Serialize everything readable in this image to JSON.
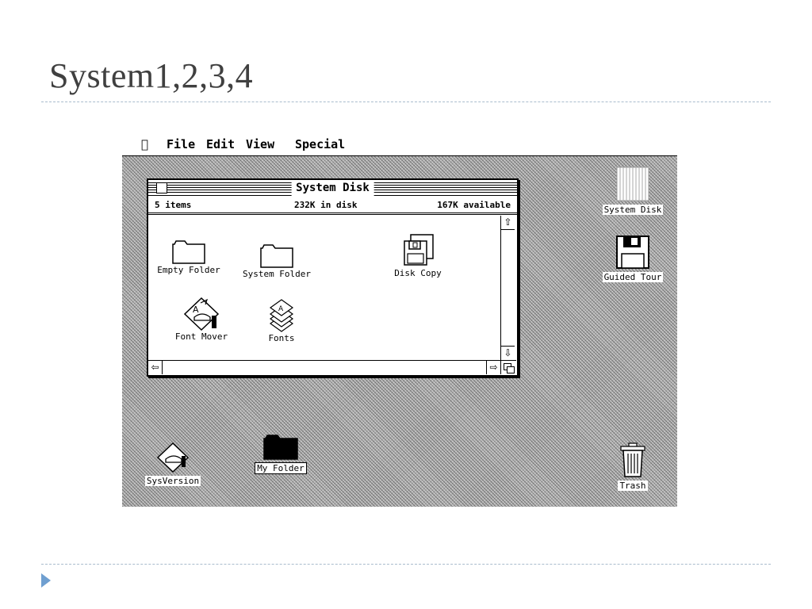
{
  "slide": {
    "title": "System1,2,3,4"
  },
  "menubar": {
    "apple_icon": "apple-menu-icon",
    "items": [
      "File",
      "Edit",
      "View",
      "Special"
    ]
  },
  "window": {
    "title": "System Disk",
    "items_count": "5 items",
    "disk_used": "232K in disk",
    "available": "167K available",
    "icons": [
      {
        "label": "Empty Folder",
        "icon": "folder-icon"
      },
      {
        "label": "System Folder",
        "icon": "folder-icon"
      },
      {
        "label": "Disk Copy",
        "icon": "disk-copy-icon"
      },
      {
        "label": "Font Mover",
        "icon": "font-mover-icon"
      },
      {
        "label": "Fonts",
        "icon": "fonts-icon"
      }
    ]
  },
  "desktop": {
    "system_disk": "System Disk",
    "guided_tour": "Guided Tour",
    "sysversion": "SysVersion",
    "my_folder": "My Folder",
    "trash": "Trash"
  }
}
